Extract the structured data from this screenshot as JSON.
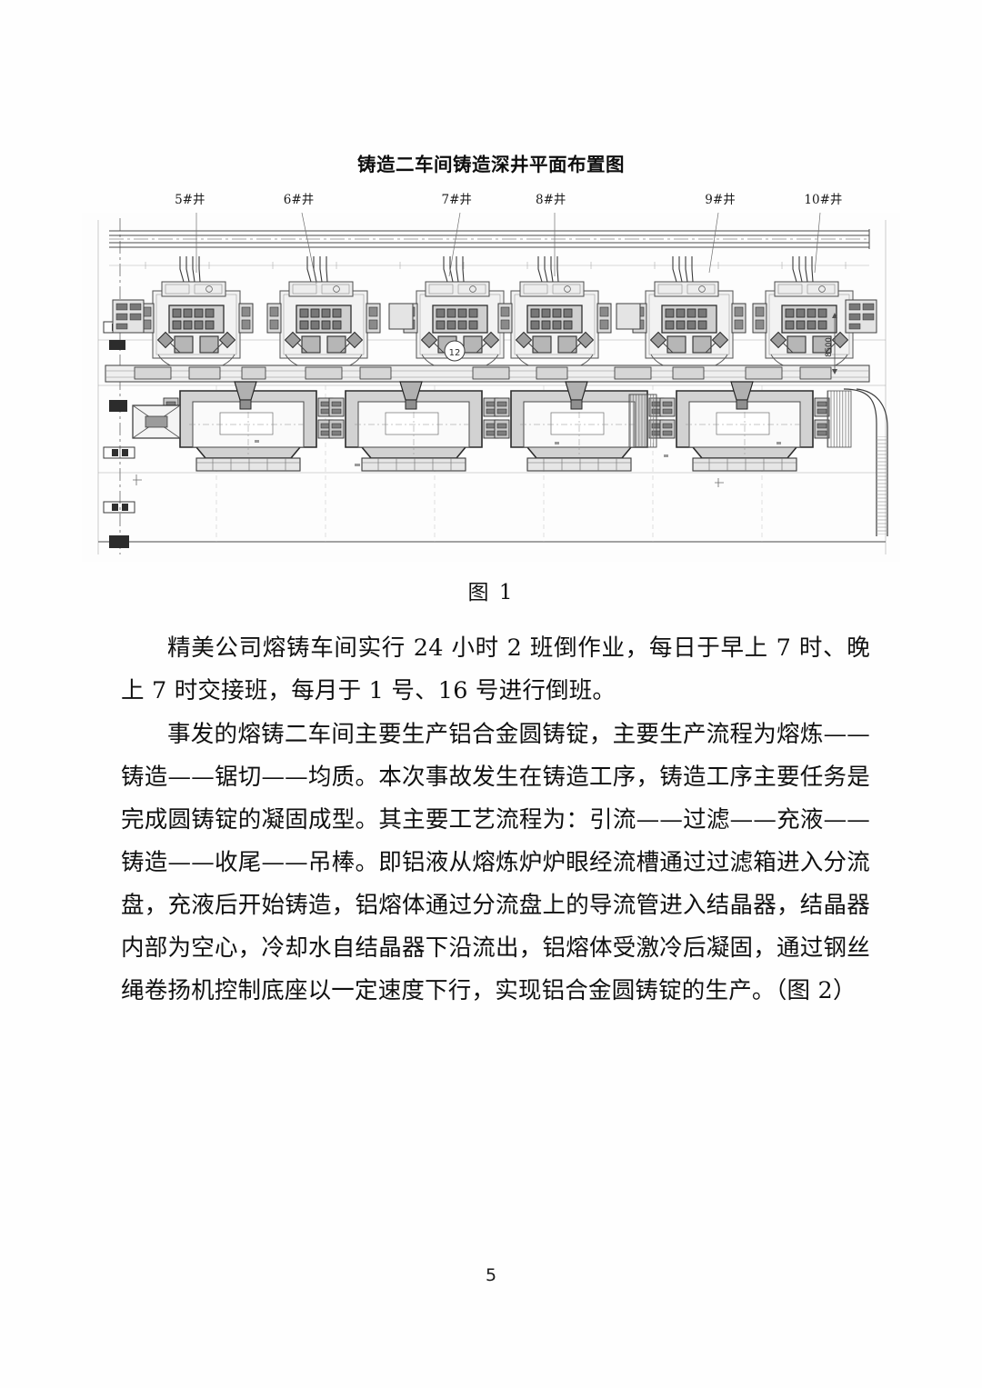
{
  "document": {
    "page_number": "5",
    "language": "zh-CN"
  },
  "figure": {
    "title": "铸造二车间铸造深井平面布置图",
    "caption": "图 1",
    "well_labels": [
      {
        "text": "5#井",
        "x_pct": 13.2
      },
      {
        "text": "6#井",
        "x_pct": 26.5
      },
      {
        "text": "7#井",
        "x_pct": 45.8
      },
      {
        "text": "8#井",
        "x_pct": 57.3
      },
      {
        "text": "9#井",
        "x_pct": 78.0
      },
      {
        "text": "10#井",
        "x_pct": 90.6
      }
    ],
    "dimension_labels": [
      {
        "text": "8500",
        "orientation": "vertical"
      }
    ],
    "drawing_type": "CAD 平面布置图",
    "colors": {
      "line_dark": "#2b2b2b",
      "line_mid": "#5a5a5a",
      "line_light": "#9a9a9a",
      "line_faint": "#c4c4c4",
      "fill_light": "#e9e9e9",
      "fill_mid": "#cfcfcf",
      "fill_dark": "#6e6e6e",
      "paper": "#fefefe"
    }
  },
  "paragraphs": [
    "精美公司熔铸车间实行 24 小时 2 班倒作业，每日于早上 7 时、晚上 7 时交接班，每月于 1 号、16 号进行倒班。",
    "事发的熔铸二车间主要生产铝合金圆铸锭，主要生产流程为熔炼——铸造——锯切——均质。本次事故发生在铸造工序，铸造工序主要任务是完成圆铸锭的凝固成型。其主要工艺流程为：引流——过滤——充液——铸造——收尾——吊棒。即铝液从熔炼炉炉眼经流槽通过过滤箱进入分流盘，充液后开始铸造，铝熔体通过分流盘上的导流管进入结晶器，结晶器内部为空心，冷却水自结晶器下沿流出，铝熔体受激冷后凝固，通过钢丝绳卷扬机控制底座以一定速度下行，实现铝合金圆铸锭的生产。（图 2）"
  ]
}
